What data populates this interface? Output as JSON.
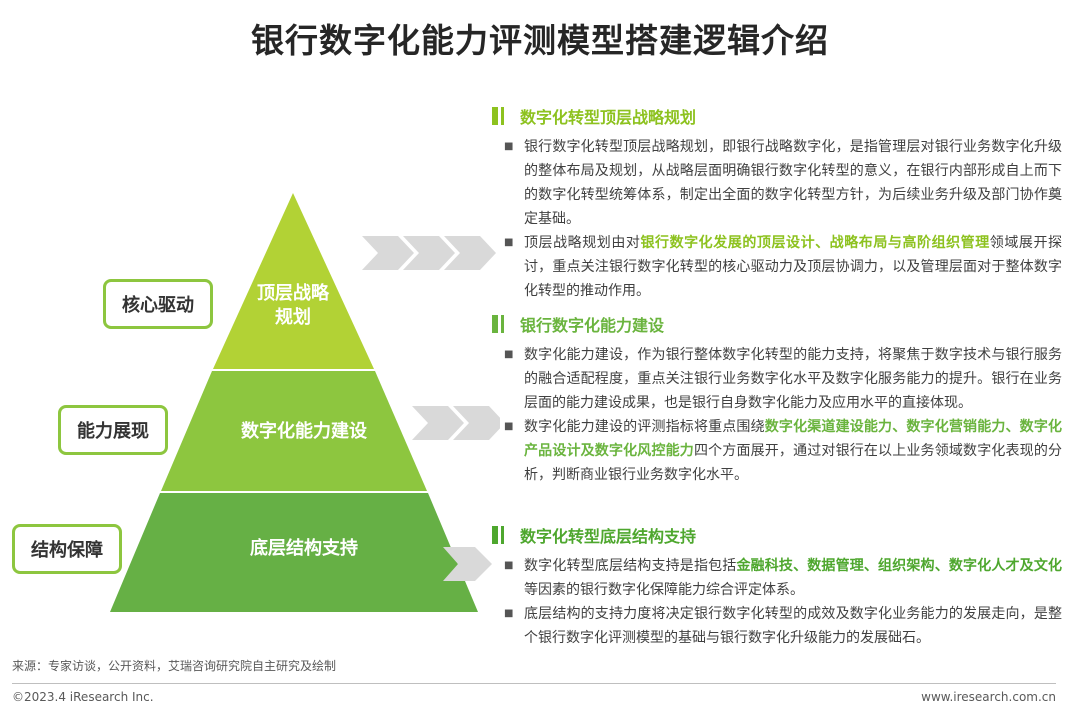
{
  "title": "银行数字化能力评测模型搭建逻辑介绍",
  "colors": {
    "tier_top": "#b2d235",
    "tier_mid": "#8dc63f",
    "tier_base": "#66b045",
    "arrow": "#d9d9d9",
    "sec1": "#8dc21f",
    "sec2": "#6ab43e",
    "sec3": "#4ea72e"
  },
  "pyramid": {
    "tiers": [
      {
        "label_line1": "顶层战略",
        "label_line2": "规划"
      },
      {
        "label": "数字化能力建设"
      },
      {
        "label": "底层结构支持"
      }
    ],
    "side_labels": [
      "核心驱动",
      "能力展现",
      "结构保障"
    ]
  },
  "sections": [
    {
      "heading": "数字化转型顶层战略规划",
      "bullets": [
        [
          {
            "t": "银行数字化转型顶层战略规划，即银行战略数字化，是指管理层对银行业务数字化升级的整体布局及规划，从战略层面明确银行数字化转型的意义，在银行内部形成自上而下的数字化转型统筹体系，制定出全面的数字化转型方针，为后续业务升级及部门协作奠定基础。"
          }
        ],
        [
          {
            "t": "顶层战略规划由对"
          },
          {
            "h": "银行数字化发展的顶层设计、战略布局与高阶组织管理"
          },
          {
            "t": "领域展开探讨，重点关注银行数字化转型的核心驱动力及顶层协调力，以及管理层面对于整体数字化转型的推动作用。"
          }
        ]
      ]
    },
    {
      "heading": "银行数字化能力建设",
      "bullets": [
        [
          {
            "t": "数字化能力建设，作为银行整体数字化转型的能力支持，将聚焦于数字技术与银行服务的融合适配程度，重点关注银行业务数字化水平及数字化服务能力的提升。银行在业务层面的能力建设成果，也是银行自身数字化能力及应用水平的直接体现。"
          }
        ],
        [
          {
            "t": "数字化能力建设的评测指标将重点围绕"
          },
          {
            "h": "数字化渠道建设能力、数字化营销能力、数字化产品设计及数字化风控能力"
          },
          {
            "t": "四个方面展开，通过对银行在以上业务领域数字化表现的分析，判断商业银行业务数字化水平。"
          }
        ]
      ]
    },
    {
      "heading": "数字化转型底层结构支持",
      "bullets": [
        [
          {
            "t": "数字化转型底层结构支持是指包括"
          },
          {
            "h": "金融科技、数据管理、组织架构、数字化人才及文化"
          },
          {
            "t": "等因素的银行数字化保障能力综合评定体系。"
          }
        ],
        [
          {
            "t": "底层结构的支持力度将决定银行数字化转型的成效及数字化业务能力的发展走向，是整个银行数字化评测模型的基础与银行数字化升级能力的发展础石。"
          }
        ]
      ]
    }
  ],
  "footer": {
    "source": "来源：专家访谈，公开资料，艾瑞咨询研究院自主研究及绘制",
    "copyright": "©2023.4 iResearch Inc.",
    "website": "www.iresearch.com.cn"
  }
}
